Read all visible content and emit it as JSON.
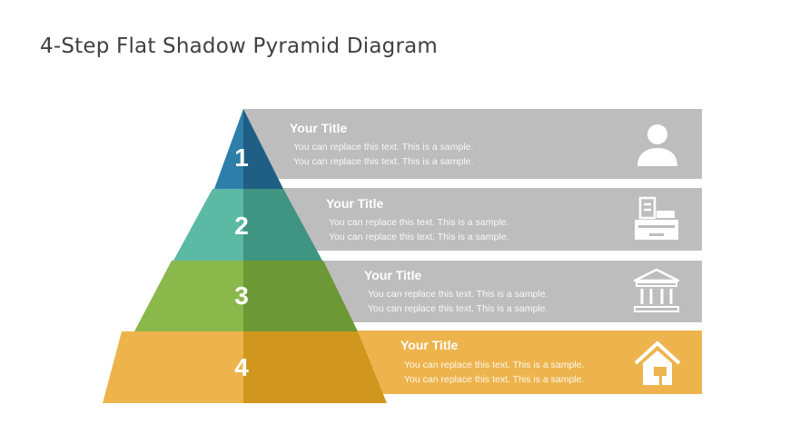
{
  "slide": {
    "title": "4-Step Flat Shadow Pyramid Diagram"
  },
  "colors": {
    "band_gray": "#BDBDBD",
    "level1": "#2E7EAA",
    "level1_dark": "#1F5F85",
    "level2": "#5BB9A4",
    "level2_dark": "#3F9482",
    "level3": "#8AB84B",
    "level3_dark": "#6D9836",
    "level4": "#EDB44D",
    "level4_dark": "#D0961E"
  },
  "levels": [
    {
      "number": "1",
      "title": "Your Title",
      "line1": "You can replace this text. This is a sample.",
      "line2": "You can replace this text. This is a sample.",
      "icon": "user-icon"
    },
    {
      "number": "2",
      "title": "Your Title",
      "line1": "You can replace this text. This is a sample.",
      "line2": "You can replace this text. This is a sample.",
      "icon": "cash-register-icon"
    },
    {
      "number": "3",
      "title": "Your Title",
      "line1": "You can replace this text. This is a sample.",
      "line2": "You can replace this text. This is a sample.",
      "icon": "bank-icon"
    },
    {
      "number": "4",
      "title": "Your Title",
      "line1": "You can replace this text. This is a sample.",
      "line2": "You can replace this text. This is a sample.",
      "icon": "house-icon"
    }
  ]
}
